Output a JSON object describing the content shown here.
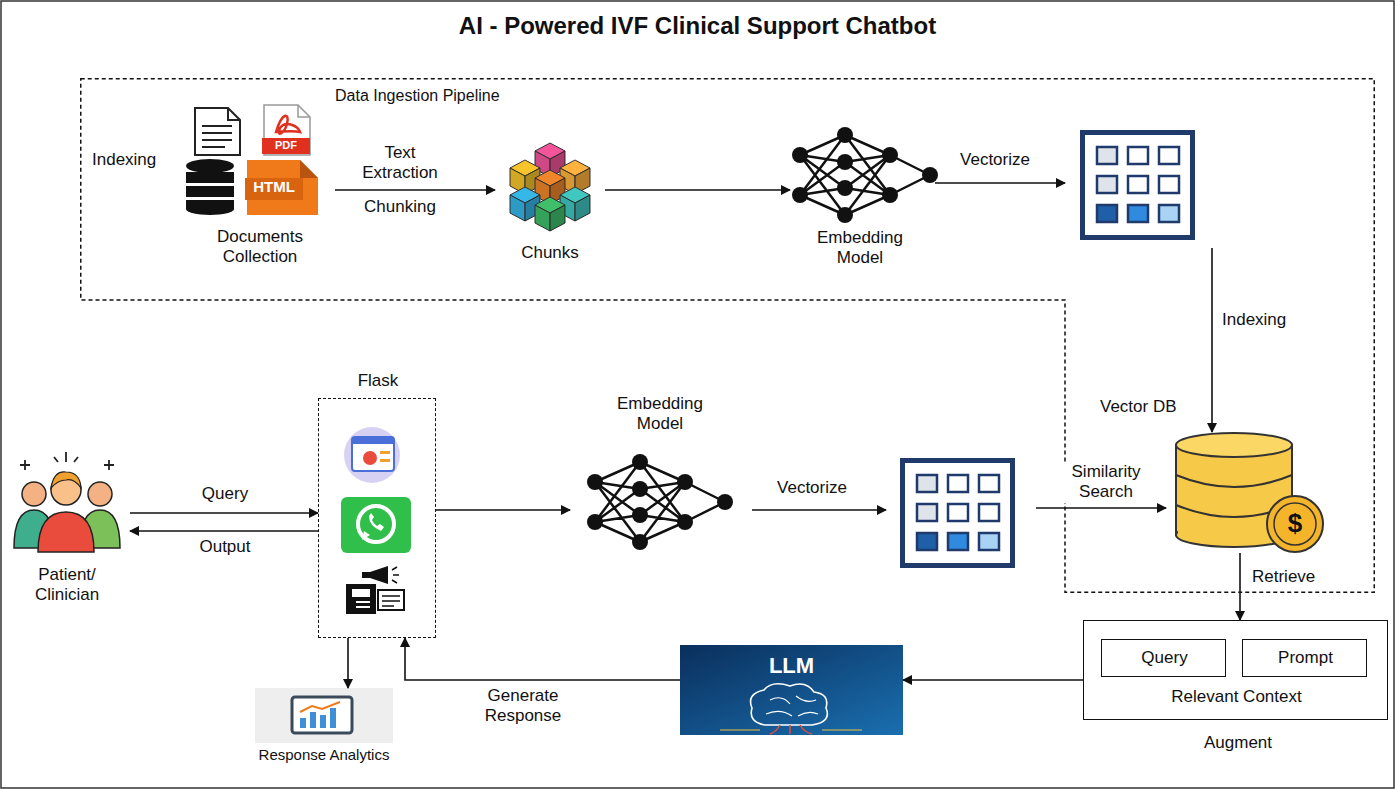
{
  "diagram": {
    "title": "AI - Powered IVF Clinical Support Chatbot",
    "nodes": [
      {
        "text": [
          "Data Ingestion Pipeline"
        ]
      },
      {
        "text": [
          "Documents Collection"
        ],
        "in": 0
      },
      {
        "text": [
          "Chunks"
        ],
        "in": 0
      },
      {
        "text": [
          "Embedding Model"
        ],
        "in": 0
      },
      {
        "text": [
          "Vector DB"
        ],
        "in": 0
      },
      {
        "text": [
          "Patient/ Clinician"
        ]
      },
      {
        "text": [
          "Flask"
        ]
      },
      {
        "text": [
          "Embedding Model"
        ]
      },
      {
        "text": [
          "Relevant Context",
          "Augment"
        ]
      },
      {
        "text": [
          "Query"
        ],
        "in": 8
      },
      {
        "text": [
          "Prompt"
        ],
        "in": 8
      },
      {
        "text": [
          "LLM"
        ]
      },
      {
        "text": [
          "Response Analytics"
        ]
      }
    ],
    "edges": [
      {
        "from": 1,
        "to": 2,
        "label": "Text Extraction",
        "arrow": "to"
      },
      {
        "from": 2,
        "to": 3,
        "arrow": "to"
      },
      {
        "from": 5,
        "to": 6,
        "label": "Query",
        "arrow": "to"
      },
      {
        "from": 6,
        "to": 5,
        "label": "Output",
        "arrow": "to"
      },
      {
        "from": 6,
        "to": 7,
        "arrow": "to"
      },
      {
        "from": 4,
        "to": 8,
        "label": "Retrieve",
        "arrow": "to"
      },
      {
        "from": 8,
        "to": 11,
        "arrow": "to"
      },
      {
        "from": 11,
        "to": 6,
        "label": "Generate Response",
        "arrow": "to"
      },
      {
        "from": 6,
        "to": 12,
        "arrow": "to"
      }
    ],
    "labels": [
      "Indexing",
      "PDF",
      "HTML",
      "Chunking",
      "Vectorize",
      "Indexing",
      "Vectorize",
      "Similarity Search",
      "$"
    ]
  }
}
